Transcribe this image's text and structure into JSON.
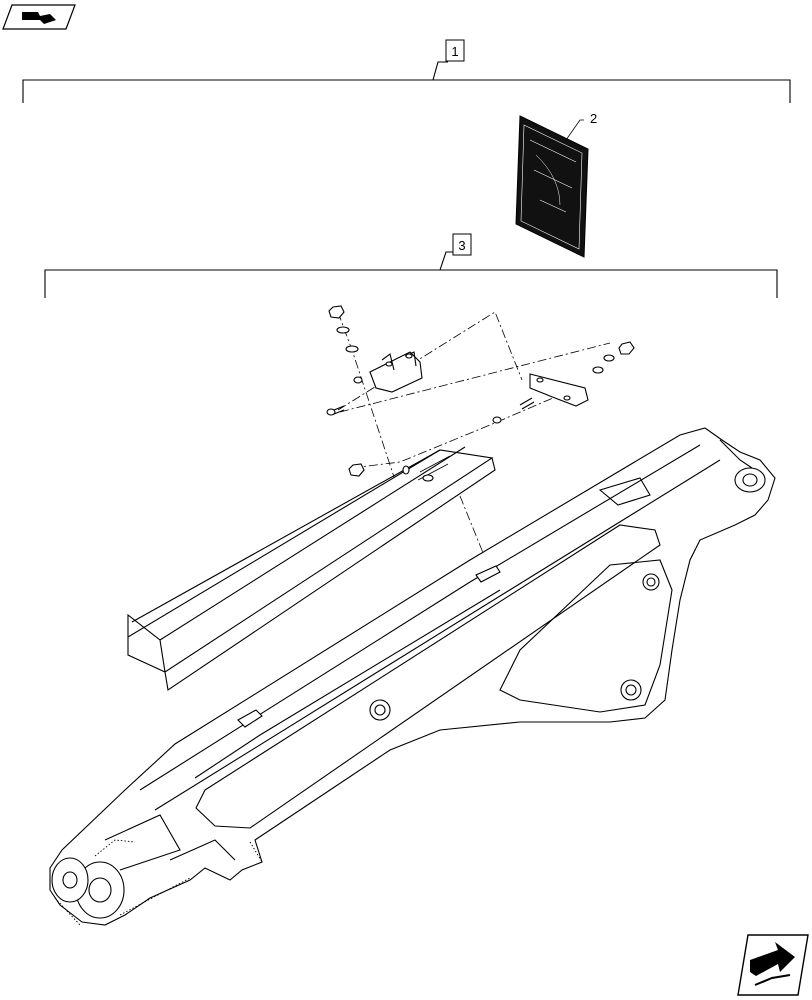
{
  "callouts": [
    {
      "id": "1",
      "label": "1",
      "boxed": true
    },
    {
      "id": "2",
      "label": "2",
      "boxed": false
    },
    {
      "id": "3",
      "label": "3",
      "boxed": true
    }
  ],
  "icons": {
    "top_left": "book-arrow-icon",
    "bottom_right": "next-page-arrow-icon"
  }
}
